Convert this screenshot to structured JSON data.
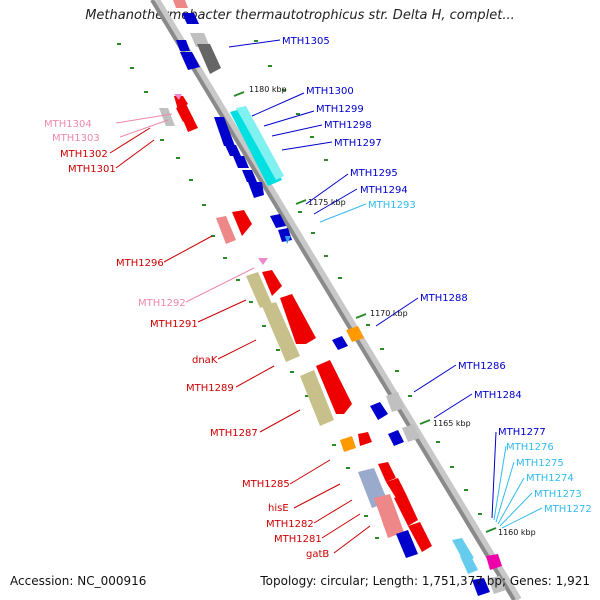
{
  "title": "Methanothermobacter thermautotrophicus str. Delta H, complet...",
  "footer": {
    "accession": "Accession: NC_000916",
    "topology": "Topology: circular; Length: 1,751,377 bp; Genes: 1,921"
  },
  "kbp_ticks": [
    "1180 kbp",
    "1175 kbp",
    "1170 kbp",
    "1165 kbp",
    "1160 kbp"
  ],
  "colors": {
    "forward_strand": "#e00000",
    "reverse_strand": "#0000cc",
    "backbone": "#8a8a8a",
    "tick": "#2a8a2a"
  },
  "gene_labels": [
    {
      "text": "MTH1305",
      "color": "#0000cc"
    },
    {
      "text": "MTH1300",
      "color": "#0000cc"
    },
    {
      "text": "MTH1299",
      "color": "#0000cc"
    },
    {
      "text": "MTH1298",
      "color": "#0000cc"
    },
    {
      "text": "MTH1297",
      "color": "#0000cc"
    },
    {
      "text": "MTH1295",
      "color": "#0000cc"
    },
    {
      "text": "MTH1294",
      "color": "#0000cc"
    },
    {
      "text": "MTH1293",
      "color": "#33bbee"
    },
    {
      "text": "MTH1304",
      "color": "#ee88aa"
    },
    {
      "text": "MTH1303",
      "color": "#ee88aa"
    },
    {
      "text": "MTH1302",
      "color": "#cc0000"
    },
    {
      "text": "MTH1301",
      "color": "#cc0000"
    },
    {
      "text": "MTH1296",
      "color": "#cc0000"
    },
    {
      "text": "MTH1292",
      "color": "#ee88aa"
    },
    {
      "text": "MTH1291",
      "color": "#cc0000"
    },
    {
      "text": "dnaK",
      "color": "#cc0000"
    },
    {
      "text": "MTH1289",
      "color": "#cc0000"
    },
    {
      "text": "MTH1287",
      "color": "#cc0000"
    },
    {
      "text": "MTH1285",
      "color": "#cc0000"
    },
    {
      "text": "hisE",
      "color": "#cc0000"
    },
    {
      "text": "MTH1282",
      "color": "#cc0000"
    },
    {
      "text": "MTH1281",
      "color": "#cc0000"
    },
    {
      "text": "gatB",
      "color": "#cc0000"
    },
    {
      "text": "MTH1288",
      "color": "#0000cc"
    },
    {
      "text": "MTH1286",
      "color": "#0000cc"
    },
    {
      "text": "MTH1284",
      "color": "#0000cc"
    },
    {
      "text": "MTH1277",
      "color": "#0000cc"
    },
    {
      "text": "MTH1276",
      "color": "#33bbee"
    },
    {
      "text": "MTH1275",
      "color": "#33bbee"
    },
    {
      "text": "MTH1274",
      "color": "#33bbee"
    },
    {
      "text": "MTH1273",
      "color": "#33bbee"
    },
    {
      "text": "MTH1272",
      "color": "#33bbee"
    }
  ]
}
